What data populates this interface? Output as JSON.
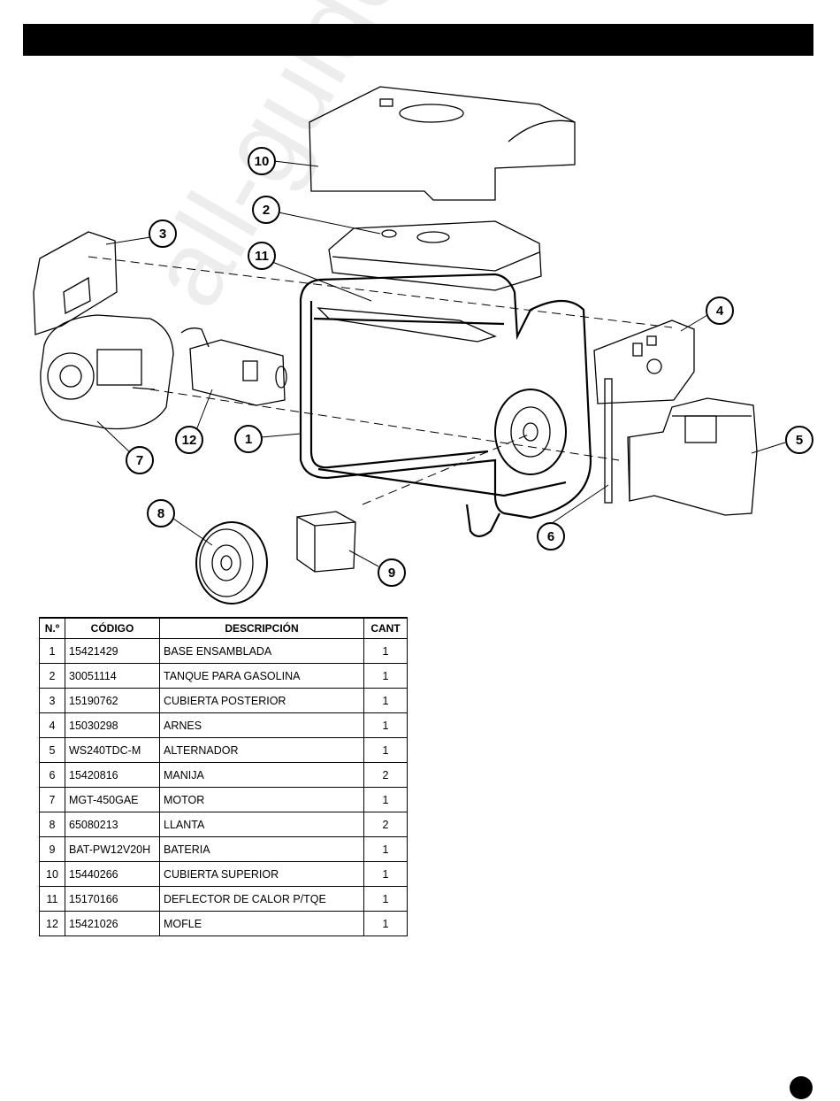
{
  "callouts": [
    "1",
    "2",
    "3",
    "4",
    "5",
    "6",
    "7",
    "8",
    "9",
    "10",
    "11",
    "12"
  ],
  "table": {
    "headers": {
      "n": "N.º",
      "code": "CÓDIGO",
      "desc": "DESCRIPCIÓN",
      "qty": "CANT"
    },
    "rows": [
      {
        "n": "1",
        "code": "15421429",
        "desc": "BASE ENSAMBLADA",
        "qty": "1"
      },
      {
        "n": "2",
        "code": "30051114",
        "desc": "TANQUE PARA GASOLINA",
        "qty": "1"
      },
      {
        "n": "3",
        "code": "15190762",
        "desc": "CUBIERTA POSTERIOR",
        "qty": "1"
      },
      {
        "n": "4",
        "code": "15030298",
        "desc": "ARNES",
        "qty": "1"
      },
      {
        "n": "5",
        "code": "WS240TDC-M",
        "desc": "ALTERNADOR",
        "qty": "1"
      },
      {
        "n": "6",
        "code": "15420816",
        "desc": "MANIJA",
        "qty": "2"
      },
      {
        "n": "7",
        "code": "MGT-450GAE",
        "desc": "MOTOR",
        "qty": "1"
      },
      {
        "n": "8",
        "code": "65080213",
        "desc": "LLANTA",
        "qty": "2"
      },
      {
        "n": "9",
        "code": "BAT-PW12V20H",
        "desc": "BATERIA",
        "qty": "1"
      },
      {
        "n": "10",
        "code": "15440266",
        "desc": "CUBIERTA SUPERIOR",
        "qty": "1"
      },
      {
        "n": "11",
        "code": "15170166",
        "desc": "DEFLECTOR DE CALOR P/TQE",
        "qty": "1"
      },
      {
        "n": "12",
        "code": "15421026",
        "desc": "MOFLE",
        "qty": "1"
      }
    ]
  },
  "watermark": "all-guides.com"
}
